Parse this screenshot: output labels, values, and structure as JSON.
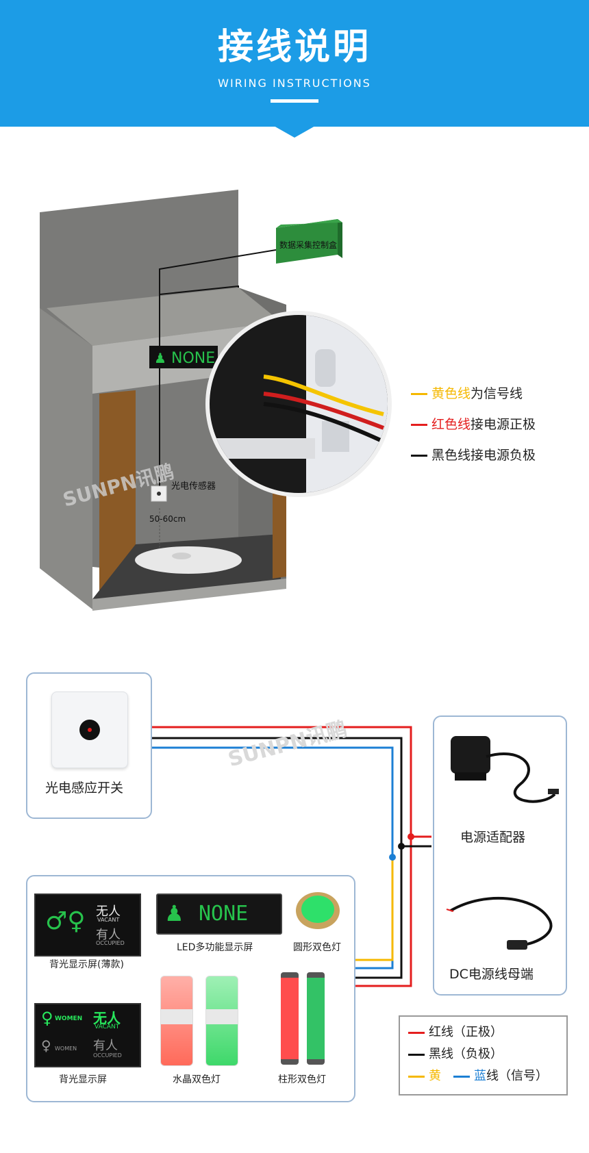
{
  "header": {
    "title": "接线说明",
    "subtitle": "WIRING INSTRUCTIONS"
  },
  "scene": {
    "control_box_label": "数据采集控制盒",
    "display_text": "NONE",
    "sensor_label": "光电传感器",
    "distance_label": "50-60cm",
    "watermark": "SUNPN讯鹏"
  },
  "wire_notes": {
    "yellow": {
      "colored": "黄色线",
      "rest": "为信号线",
      "color": "#f5b800"
    },
    "red": {
      "colored": "红色线",
      "rest": "接电源正极",
      "color": "#e41e1e"
    },
    "black": {
      "text": "黑色线接电源负极",
      "color": "#111111"
    }
  },
  "devices": {
    "switch_label": "光电感应开关",
    "adapter_label": "电源适配器",
    "dc_label": "DC电源线母端",
    "backlit_thin_label": "背光显示屏(薄款)",
    "led_screen_label": "LED多功能显示屏",
    "round_light_label": "圆形双色灯",
    "backlit_label": "背光显示屏",
    "crystal_light_label": "水晶双色灯",
    "pillar_light_label": "柱形双色灯",
    "led_text": "NONE",
    "sign_wunren": "无人",
    "sign_vacant": "VACANT",
    "sign_youren": "有人",
    "sign_occupied": "OCCUPIED",
    "sign_women": "WOMEN"
  },
  "legend": {
    "red": "红线（正极）",
    "black": "黑线（负极）",
    "yellow": "黄",
    "blue_colored": "蓝",
    "blue_rest": "线（信号）",
    "colors": {
      "red": "#e41e1e",
      "black": "#111111",
      "yellow": "#f5b800",
      "blue": "#1c7fd4"
    }
  }
}
